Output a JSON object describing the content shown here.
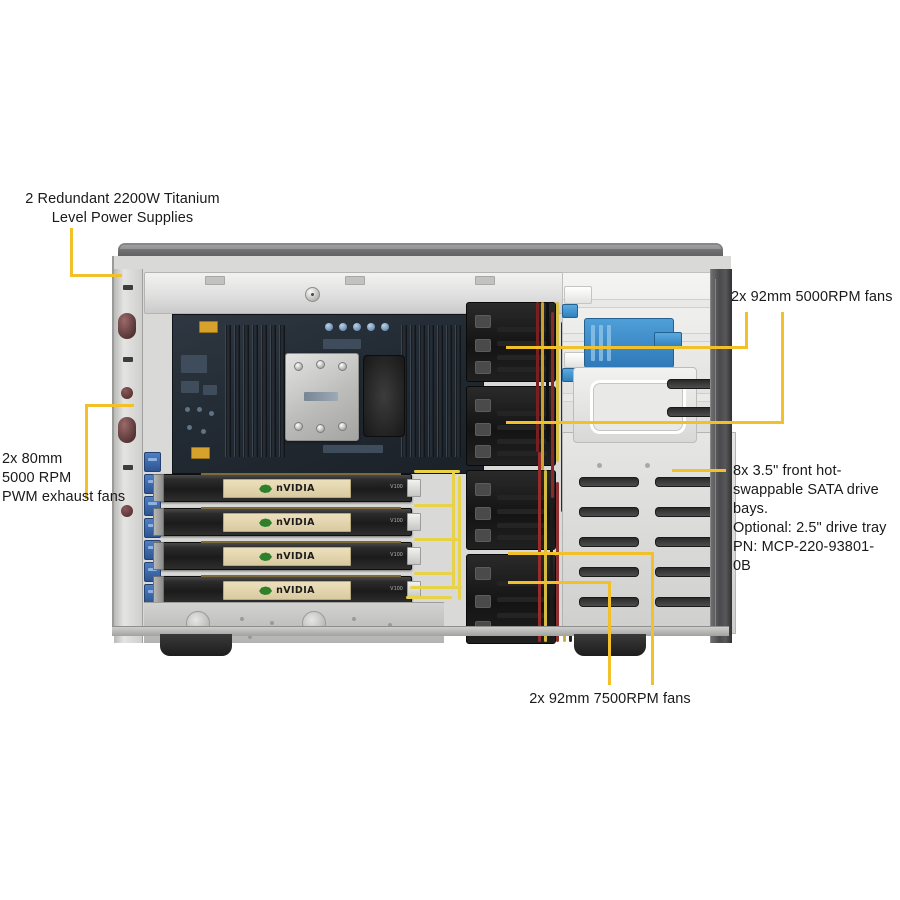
{
  "diagram": {
    "title": "Supermicro 4U GPU server chassis interior cutaway",
    "accent_color": "#f2c029",
    "text_color": "#1a1a1a",
    "background": "#ffffff"
  },
  "callouts": [
    {
      "id": "power-supplies",
      "text": "2 Redundant  2200W Titanium\nLevel Power Supplies",
      "align": "center",
      "position": "top-left"
    },
    {
      "id": "exhaust-fans",
      "text": "2x 80mm\n5000 RPM\nPWM exhaust fans",
      "align": "left",
      "position": "middle-left"
    },
    {
      "id": "fans-5000rpm",
      "text": "2x 92mm 5000RPM fans",
      "align": "left",
      "position": "top-right"
    },
    {
      "id": "drive-bays",
      "text": "8x 3.5\" front hot-\nswappable SATA drive\nbays.\nOptional: 2.5\" drive tray\nPN: MCP-220-93801-\n0B",
      "align": "left",
      "position": "middle-right"
    },
    {
      "id": "fans-7500rpm",
      "text": "2x 92mm 7500RPM fans",
      "align": "center",
      "position": "bottom-center"
    }
  ],
  "hardware": {
    "gpu_cards": [
      {
        "brand": "nVIDIA",
        "model": "V100"
      },
      {
        "brand": "nVIDIA",
        "model": "V100"
      },
      {
        "brand": "nVIDIA",
        "model": "V100"
      },
      {
        "brand": "nVIDIA",
        "model": "V100"
      }
    ]
  }
}
